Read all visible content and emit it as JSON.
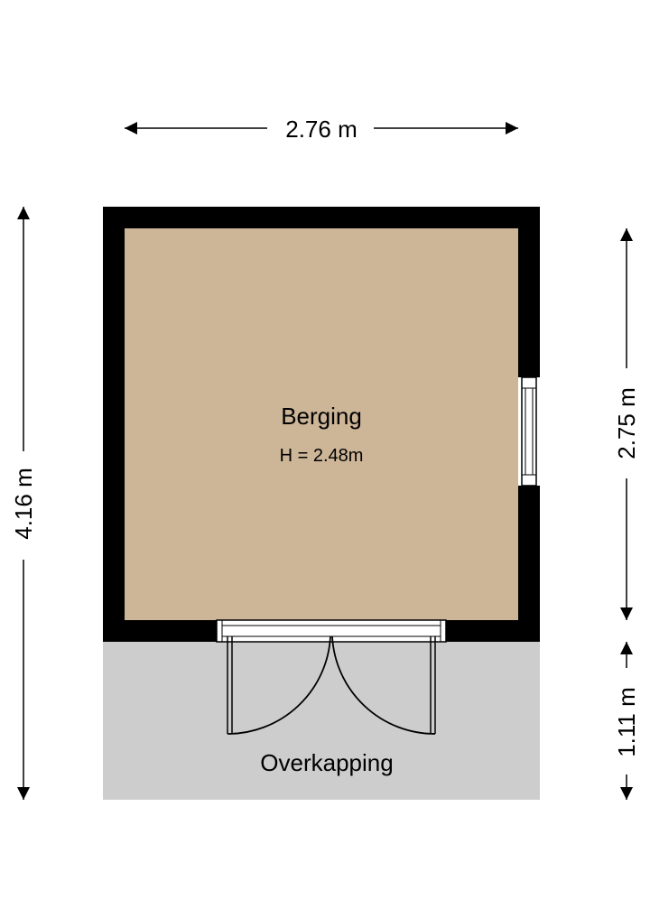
{
  "colors": {
    "wall": "#000000",
    "room_fill": "#cdb598",
    "covered_fill": "#cdcdcd",
    "line": "#000000",
    "background": "#ffffff"
  },
  "dimensions": {
    "top_width": "2.76 m",
    "left_height": "4.16 m",
    "right_upper": "2.75 m",
    "right_lower": "1.11 m"
  },
  "rooms": {
    "berging": {
      "name": "Berging",
      "height": "H = 2.48m"
    },
    "overkapping": {
      "name": "Overkapping"
    }
  }
}
